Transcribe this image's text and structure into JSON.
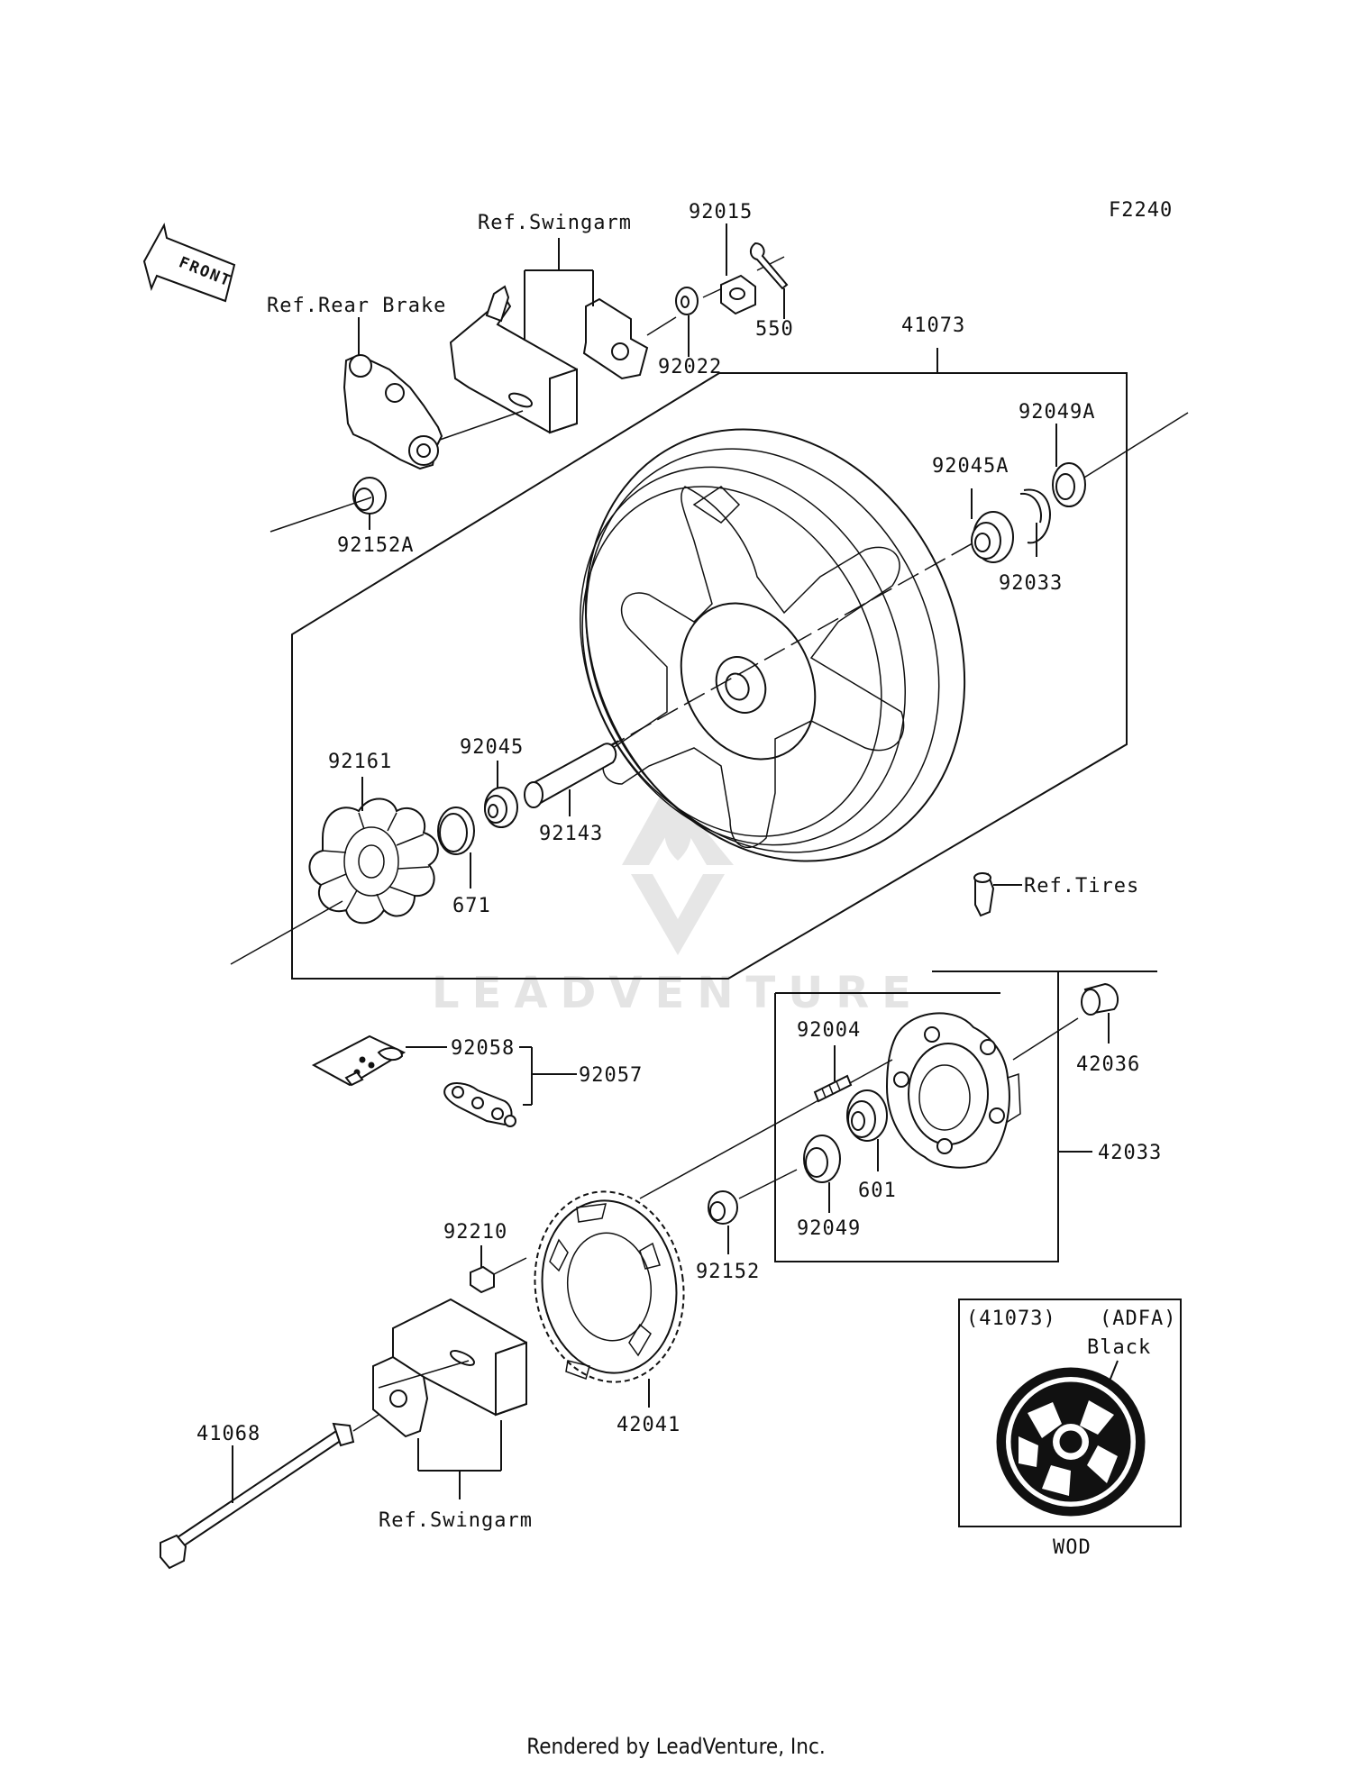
{
  "figure_code": "F2240",
  "front_label": "FRONT",
  "refs": {
    "swingarm_top": "Ref.Swingarm",
    "rear_brake": "Ref.Rear Brake",
    "tires": "Ref.Tires",
    "swingarm_bottom": "Ref.Swingarm"
  },
  "parts": {
    "p92015": "92015",
    "p550": "550",
    "p92022": "92022",
    "p41073": "41073",
    "p92049A": "92049A",
    "p92045A": "92045A",
    "p92033": "92033",
    "p92152A": "92152A",
    "p92161": "92161",
    "p92045": "92045",
    "p92143": "92143",
    "p671": "671",
    "p92004": "92004",
    "p42036": "42036",
    "p92058": "92058",
    "p92057": "92057",
    "p42033": "42033",
    "p601": "601",
    "p92049": "92049",
    "p92210": "92210",
    "p92152": "92152",
    "p42041": "42041",
    "p41068": "41068"
  },
  "inset": {
    "code": "(41073)",
    "variant": "(ADFA)",
    "color": "Black",
    "finish": "WOD"
  },
  "watermark": "LEADVENTURE",
  "footer": "Rendered by LeadVenture, Inc."
}
